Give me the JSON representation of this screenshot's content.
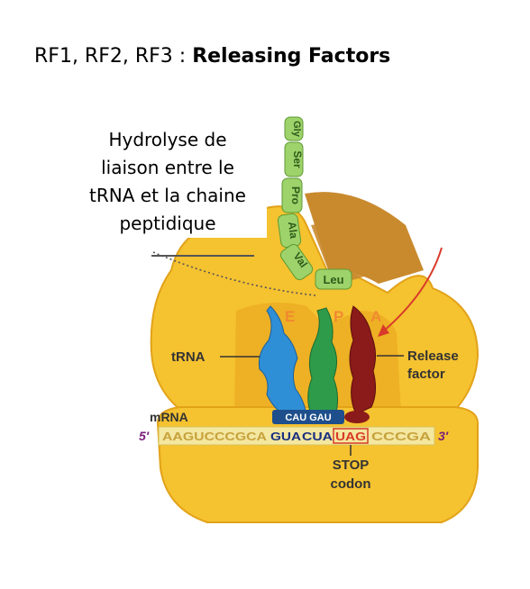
{
  "title": {
    "prefix": "RF1, RF2, RF3 : ",
    "bold": "Releasing Factors"
  },
  "note": {
    "lines": [
      "Hydrolyse de",
      "liaison entre le",
      "tRNA et la chaine",
      "peptidique"
    ]
  },
  "peptide": [
    "Gly",
    "Ser",
    "Pro",
    "Ala",
    "Val",
    "Leu"
  ],
  "sites": {
    "e": "E",
    "p": "P",
    "a": "A"
  },
  "labels": {
    "trna": "tRNA",
    "release_factor_line1": "Release",
    "release_factor_line2": "factor",
    "mrna": "mRNA",
    "five_prime": "5′",
    "three_prime": "3′",
    "anticodons": "CAU GAU",
    "stop_line1": "STOP",
    "stop_line2": "codon"
  },
  "mrna_sequence": {
    "seg1": "AAGUCCCGCA",
    "seg2": "GUA",
    "seg3": "CUA",
    "seg4": "UAG",
    "seg5": "CCCGA"
  },
  "colors": {
    "ribosome": "#F5C230",
    "ribosome_shade": "#E2A218",
    "tunnel": "#C98A2E",
    "peptide": "#9DD36A",
    "trna_e": "#2F8FD6",
    "trna_p": "#2E9B4A",
    "release_factor": "#8B1A1A",
    "arrow": "#D83A2A",
    "site_label": "#F08A30"
  }
}
